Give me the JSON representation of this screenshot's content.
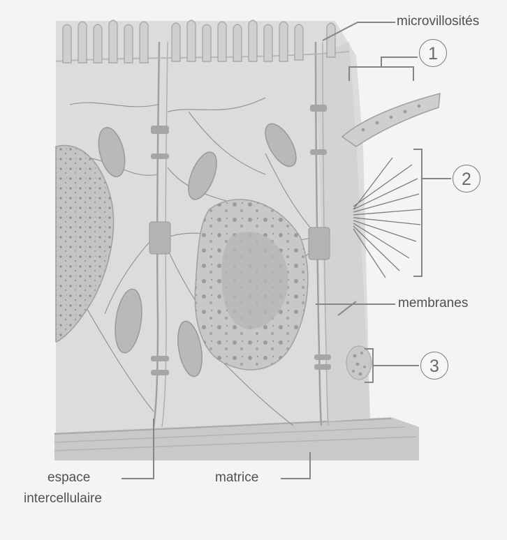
{
  "labels": {
    "microvillosites": "microvillosités",
    "membranes": "membranes",
    "espace": "espace",
    "intercellulaire": "intercellulaire",
    "matrice": "matrice"
  },
  "markers": {
    "one": "1",
    "two": "2",
    "three": "3"
  }
}
